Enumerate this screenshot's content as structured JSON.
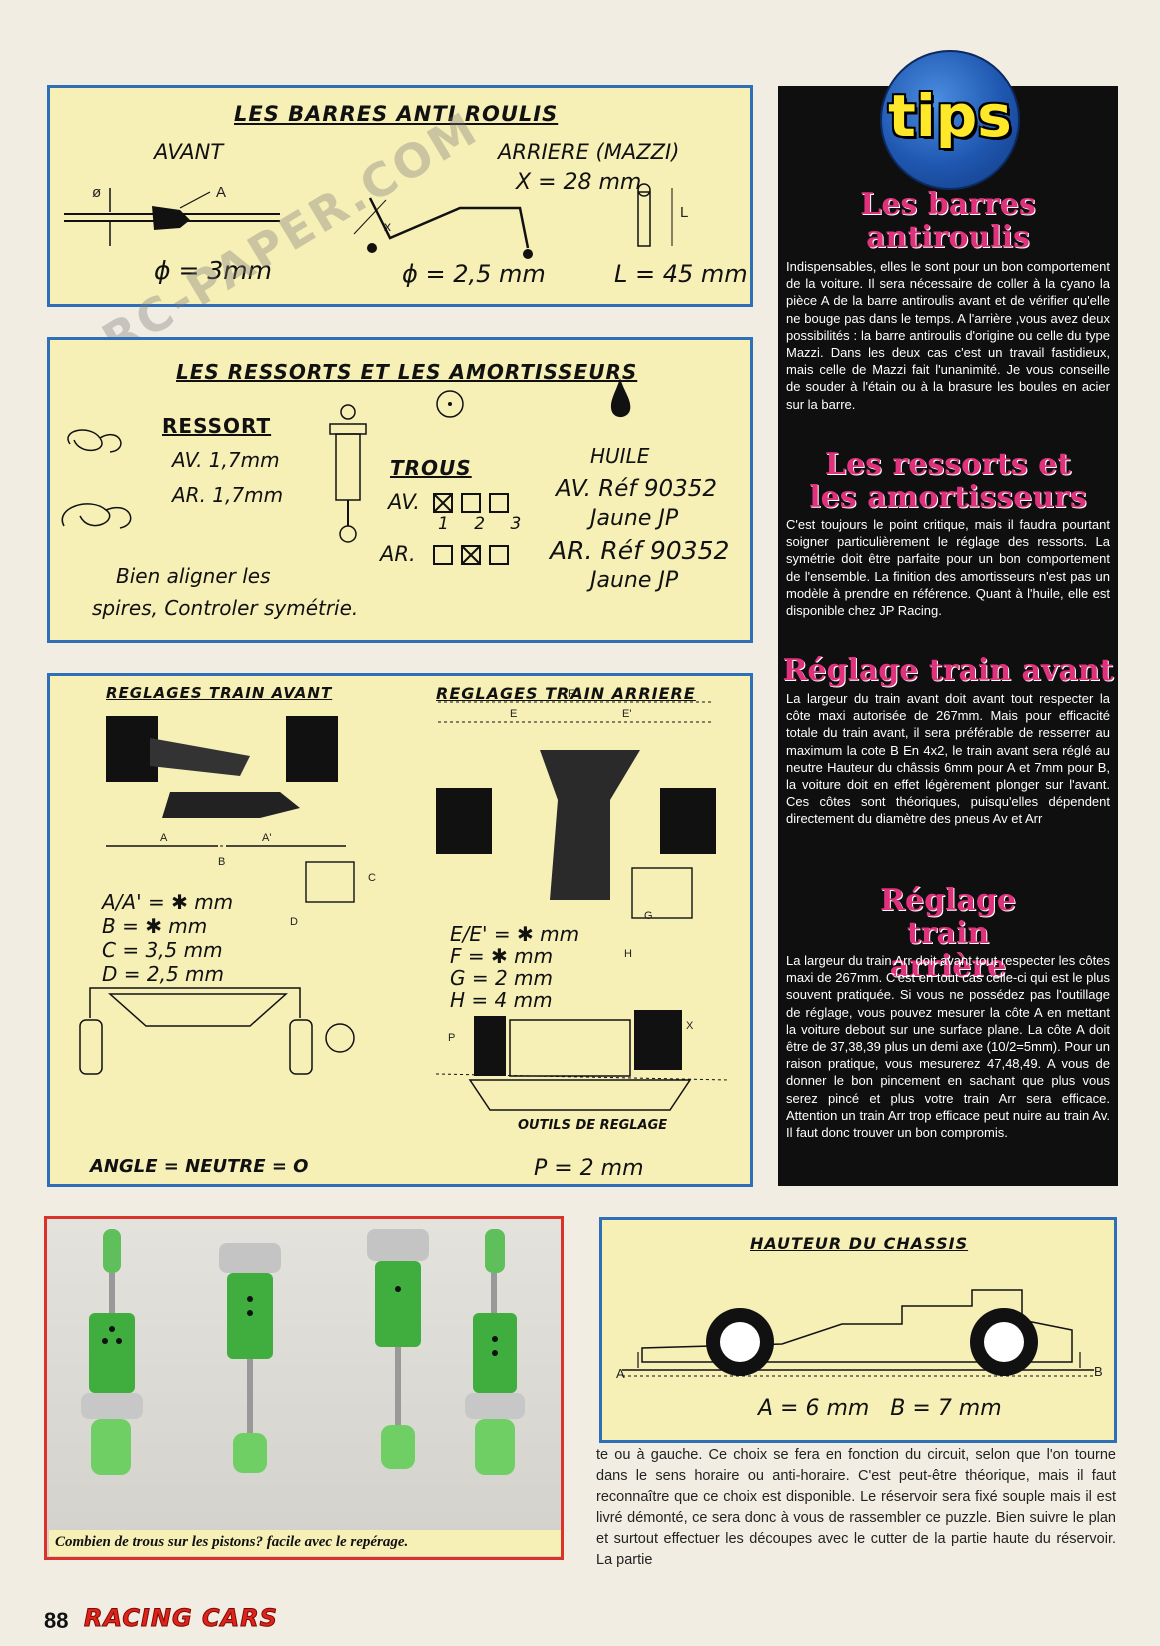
{
  "panel1": {
    "title": "LES BARRES ANTI ROULIS",
    "avant": "AVANT",
    "arriere": "ARRIERE (MAZZI)",
    "x_value": "X = 28 mm",
    "phi_front": "ϕ = 3mm",
    "phi_rear": "ϕ = 2,5 mm",
    "l_value": "L = 45 mm",
    "label_phi": "ø",
    "label_a": "A",
    "label_x": "x",
    "label_l": "L"
  },
  "panel2": {
    "title": "LES RESSORTS ET LES AMORTISSEURS",
    "ressort": "RESSORT",
    "av": "AV. 1,7mm",
    "ar": "AR. 1,7mm",
    "trous": "TROUS",
    "trous_av": "AV.",
    "trous_ar": "AR.",
    "trous_nums": "1 2 3",
    "huile": "HUILE",
    "huile_av": "AV. Réf 90352",
    "huile_av2": "Jaune JP",
    "huile_ar": "AR. Réf 90352",
    "huile_ar2": "Jaune JP",
    "note1": "Bien aligner les",
    "note2": "spires, Controler symétrie."
  },
  "panel3": {
    "title_front": "REGLAGES TRAIN AVANT",
    "title_rear": "REGLAGES TRAIN ARRIERE",
    "front_values": [
      "A/A' = ✱ mm",
      "B = ✱ mm",
      "C = 3,5 mm",
      "D = 2,5 mm"
    ],
    "rear_values": [
      "E/E' = ✱ mm",
      "F = ✱ mm",
      "G = 2 mm",
      "H = 4 mm"
    ],
    "angle": "ANGLE = NEUTRE = O",
    "outils": "OUTILS DE REGLAGE",
    "p_value": "P = 2 mm",
    "labels": {
      "A": "A",
      "A2": "A'",
      "B": "B",
      "C": "C",
      "D": "D",
      "E": "E",
      "E2": "E'",
      "F": "F",
      "G": "G",
      "H": "H",
      "P": "P",
      "X": "X"
    }
  },
  "panel4": {
    "title": "HAUTEUR DU CHASSIS",
    "values": "A = 6 mm   B = 7 mm",
    "label_a": "A",
    "label_b": "B"
  },
  "tips": {
    "badge": "tips",
    "h1": "Les barres antiroulis",
    "p1": "Indispensables, elles le sont pour un bon comportement de la voiture. Il sera nécessaire de coller à la cyano la pièce A de la barre antiroulis avant et de vérifier qu'elle ne bouge pas dans le temps. A l'arrière ,vous avez deux possibilités : la barre antiroulis d'origine ou celle du type Mazzi. Dans les deux cas c'est un travail fastidieux, mais celle de Mazzi fait l'unanimité. Je vous conseille de souder à l'étain ou à la brasure les boules en acier sur la barre.",
    "h2": "Les ressorts et les amortisseurs",
    "p2": "C'est toujours le point critique, mais il faudra pourtant soigner particulièrement le réglage des ressorts. La symétrie doit être parfaite pour un bon comportement de l'ensemble. La finition des amortisseurs n'est pas un modèle à prendre en référence. Quant à l'huile, elle est disponible chez JP Racing.",
    "h3": "Réglage train avant",
    "p3": "La largeur du train avant doit avant tout respecter la côte maxi autorisée de 267mm. Mais pour efficacité totale du train avant, il sera préférable de resserrer au maximum la cote B En 4x2, le train avant sera réglé au neutre Hauteur du châssis 6mm pour A et 7mm pour B, la voiture doit en effet légèrement plonger sur l'avant. Ces côtes sont théoriques, puisqu'elles dépendent directement du diamètre des pneus Av et Arr",
    "h4": "Réglage train arrière",
    "p4": "La largeur du train Arr doit avant tout respecter les côtes maxi de 267mm. C'est en tout cas celle-ci qui est le plus souvent pratiquée. Si vous ne possédez pas l'outillage de réglage, vous pouvez mesurer la côte A en mettant la voiture debout sur une surface plane. La côte A doit être de 37,38,39 plus un demi axe (10/2=5mm). Pour un raison pratique, vous mesurerez 47,48,49. A vous de donner le bon pincement en sachant que plus vous serez pincé et plus votre train Arr sera efficace. Attention un train Arr trop efficace peut nuire au train Av. Il faut donc trouver un bon compromis."
  },
  "photo": {
    "caption": "Combien de trous sur les pistons? facile avec le repérage."
  },
  "body": {
    "text": "te ou à gauche. Ce choix se fera en fonction du circuit, selon que l'on tourne dans le sens horaire ou anti-horaire. C'est peut-être théorique, mais il faut reconnaître que ce choix est disponible. Le réservoir sera fixé souple mais il est livré démonté, ce sera donc à vous de rassembler ce puzzle. Bien suivre le plan et surtout effectuer les découpes avec le cutter de la partie haute du réservoir. La partie"
  },
  "footer": {
    "page": "88",
    "magazine": "RACING CARS"
  },
  "watermark": "RC-PAPER.COM"
}
